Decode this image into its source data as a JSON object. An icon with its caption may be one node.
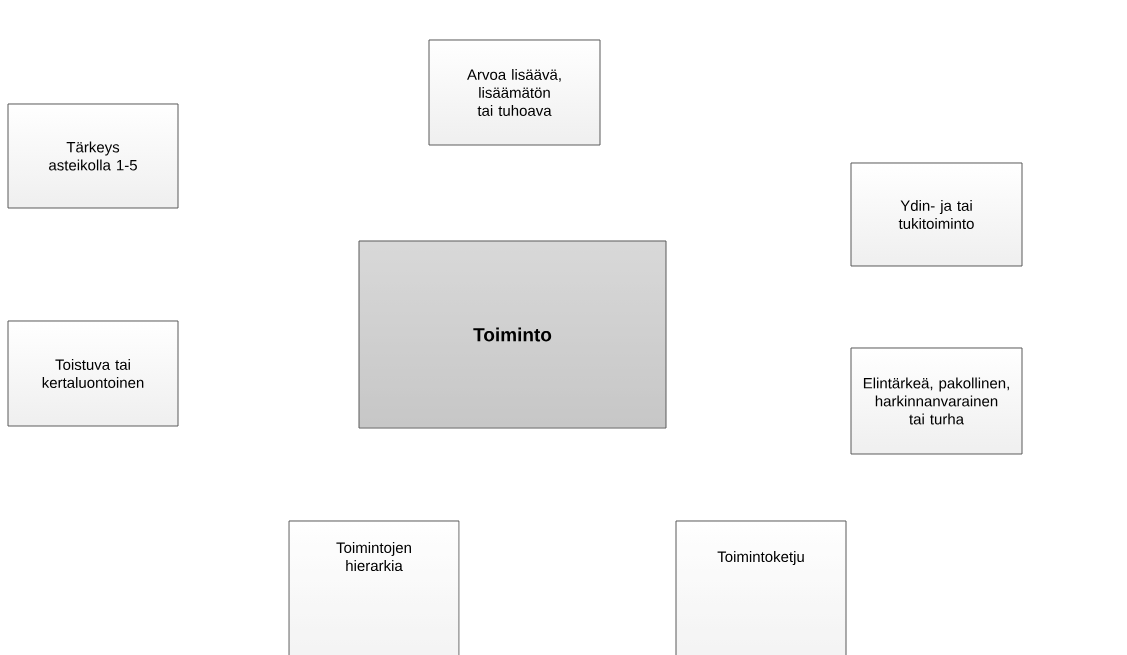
{
  "diagram": {
    "nodes": [
      {
        "text": [
          "Arvoa lisäävä, lisäämätön tai tuhoava"
        ]
      },
      {
        "text": [
          "Tärkeys asteikolla 1-5"
        ]
      },
      {
        "text": [
          "Ydin- ja tai tukitoiminto"
        ]
      },
      {
        "text": [
          "Toiminto"
        ]
      },
      {
        "text": [
          "Toistuva tai kertaluontoinen"
        ]
      },
      {
        "text": [
          "Elintärkeä, pakollinen, harkinnanvarainen tai turha"
        ]
      },
      {
        "text": [
          "Toimintojen hierarkia"
        ]
      },
      {
        "text": [
          "Toimintoketju"
        ]
      }
    ]
  }
}
